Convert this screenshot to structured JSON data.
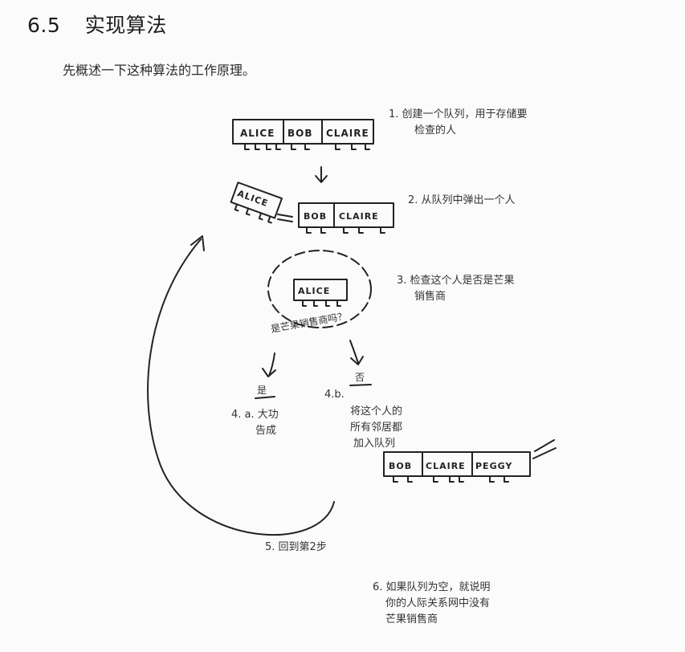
{
  "section": {
    "number": "6.5",
    "title": "实现算法"
  },
  "intro": "先概述一下这种算法的工作原理。",
  "figure": {
    "queue1": [
      "ALICE",
      "BOB",
      "CLAIRE"
    ],
    "queue2_popped": "ALICE",
    "queue2": [
      "BOB",
      "CLAIRE"
    ],
    "checked_person": "ALICE",
    "question": "是芒果销售商吗？",
    "branch_yes": "是",
    "branch_no": "否",
    "queue3": [
      "BOB",
      "CLAIRE",
      "PEGGY"
    ],
    "steps": {
      "s1_line1": "1. 创建一个队列，用于存储要",
      "s1_line2": "检查的人",
      "s2": "2. 从队列中弹出一个人",
      "s3_line1": "3. 检查这个人是否是芒果",
      "s3_line2": "销售商",
      "s4a_line1": "4. a. 大功",
      "s4a_line2": "告成",
      "s4b_label": "4.b.",
      "s4b_line1": "将这个人的",
      "s4b_line2": "所有邻居都",
      "s4b_line3": "加入队列",
      "s5": "5. 回到第2步",
      "s6_line1": "6. 如果队列为空，就说明",
      "s6_line2": "你的人际关系网中没有",
      "s6_line3": "芒果销售商"
    }
  }
}
